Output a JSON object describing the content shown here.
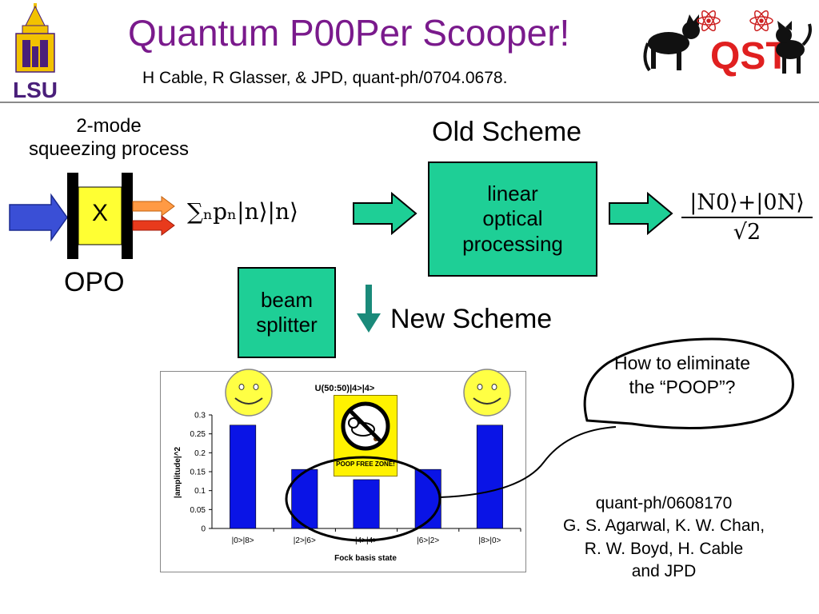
{
  "header": {
    "title": "Quantum P00Per Scooper!",
    "subtitle": "H Cable, R Glasser, & JPD, quant-ph/0704.0678.",
    "lsu_logo_text": "LSU",
    "qst_logo_text": "QST",
    "colors": {
      "title": "#7a1a8c",
      "lsu_purple": "#4a1f7a",
      "lsu_gold": "#f2c200"
    }
  },
  "diagram": {
    "process_label": [
      "2-mode",
      "squeezing process"
    ],
    "crystal_label": "X",
    "opo_label": "OPO",
    "state_expression": "∑ₙpₙ|n⟩|n⟩",
    "old_scheme_label": "Old Scheme",
    "linear_optics_box": [
      "linear",
      "optical",
      "processing"
    ],
    "noon_numerator": "|N0⟩+|0N⟩",
    "noon_denominator": "√2",
    "beam_splitter_box": [
      "beam",
      "splitter"
    ],
    "new_scheme_label": "New Scheme",
    "callout": [
      "How to eliminate",
      "the “POOP”?"
    ],
    "poop_sign_text": "POOP FREE ZONE!",
    "colors": {
      "box_fill": "#1ecf96",
      "arrow_in": "#3a4fd6",
      "arrow_green": "#1ecf96",
      "down_arrow": "#1a8a7a"
    }
  },
  "reference": [
    "quant-ph/0608170",
    "G. S. Agarwal, K. W. Chan,",
    "R. W. Boyd, H. Cable",
    "and JPD"
  ],
  "chart_data": {
    "type": "bar",
    "title": "U(50:50)|4>|4>",
    "xlabel": "Fock basis state",
    "ylabel": "|amplitude|^2",
    "categories": [
      "|0>|8>",
      "|2>|6>",
      "|4>|4>",
      "|6>|2>",
      "|8>|0>"
    ],
    "values": [
      0.273,
      0.156,
      0.129,
      0.156,
      0.273
    ],
    "ylim": [
      0,
      0.3
    ],
    "yticks": [
      "0",
      "0.05",
      "0.1",
      "0.15",
      "0.2",
      "0.25",
      "0.3"
    ],
    "bar_color": "#0a14e6",
    "grid": false
  }
}
